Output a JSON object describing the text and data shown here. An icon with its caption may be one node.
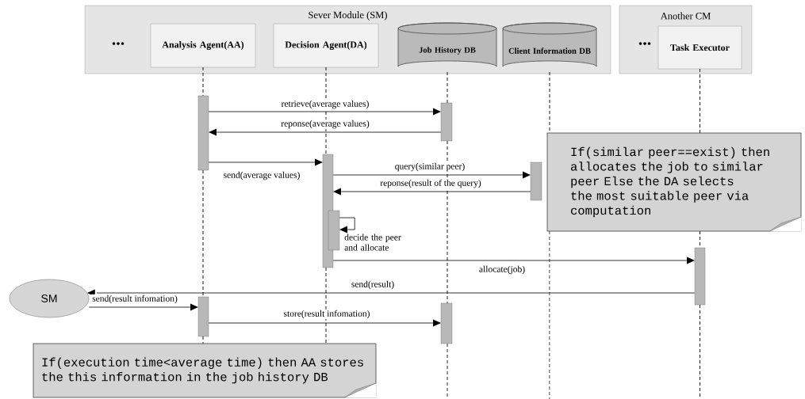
{
  "diagram": {
    "nodes": [
      {
        "text": [
          "Sever Module (SM)"
        ]
      },
      {
        "text": [
          "Analysis Agent(AA)"
        ],
        "in": 0
      },
      {
        "text": [
          "Decision Agent(DA)"
        ],
        "in": 0
      },
      {
        "text": [
          "Job History DB"
        ],
        "in": 0
      },
      {
        "text": [
          "Client Information DB"
        ],
        "in": 0
      },
      {
        "text": [
          "Another CM"
        ]
      },
      {
        "text": [
          "Task Executor"
        ],
        "in": 5
      },
      {
        "text": [],
        "shape": "bar"
      },
      {
        "text": [],
        "shape": "bar"
      },
      {
        "text": [],
        "shape": "bar"
      },
      {
        "text": [],
        "shape": "bar"
      },
      {
        "text": [],
        "shape": "bar"
      },
      {
        "text": [],
        "shape": "bar"
      },
      {
        "text": [
          "SM"
        ]
      },
      {
        "text": [],
        "shape": "bar"
      },
      {
        "text": [],
        "shape": "bar"
      },
      {
        "text": [
          "If(similar peer==exist) then allocates the job to similar peer Else the DA selects the most suitable peer via computation"
        ]
      },
      {
        "text": [
          "If(execution time<average time) then AA stores the this information in the job history DB"
        ]
      }
    ],
    "edges": [
      {
        "from": 7,
        "to": 8,
        "arrow": "to",
        "label": "retrieve(average values)"
      },
      {
        "from": 8,
        "to": 7,
        "arrow": "to",
        "label": "reponse(average values)"
      },
      {
        "from": 7,
        "to": 9,
        "arrow": "to",
        "label": "send(average values)"
      },
      {
        "from": 9,
        "to": 10,
        "arrow": "to",
        "label": "query(similar peer)"
      },
      {
        "from": 10,
        "to": 9,
        "arrow": "to",
        "label": "reponse(result of the query)"
      },
      {
        "from": 11,
        "to": 11,
        "arrow": "to",
        "label": "decide the peer and allocate"
      },
      {
        "from": 9,
        "to": 12,
        "arrow": "to",
        "label": "allocate(job)"
      },
      {
        "from": 12,
        "to": 13,
        "arrow": "to",
        "label": "send(result)"
      },
      {
        "from": 13,
        "to": 14,
        "arrow": "to",
        "label": "send(result infomation)"
      },
      {
        "from": 14,
        "to": 15,
        "arrow": "to",
        "label": "store(result infomation)"
      },
      {
        "from": 1,
        "to": 7,
        "arrow": "none",
        "style": "dashed"
      },
      {
        "from": 7,
        "to": 14,
        "arrow": "none",
        "style": "dashed"
      },
      {
        "from": 14,
        "to": 17,
        "arrow": "none",
        "style": "dashed"
      },
      {
        "from": 2,
        "to": 9,
        "arrow": "none",
        "style": "dashed"
      },
      {
        "from": 9,
        "to": 17,
        "arrow": "none",
        "style": "dashed"
      },
      {
        "from": 3,
        "to": 8,
        "arrow": "none",
        "style": "dashed"
      },
      {
        "from": 8,
        "to": 15,
        "arrow": "none",
        "style": "dashed"
      },
      {
        "from": 15,
        "to": null,
        "arrow": "none",
        "style": "dashed"
      },
      {
        "from": 4,
        "to": 16,
        "arrow": "none",
        "style": "dashed"
      },
      {
        "from": 16,
        "to": null,
        "arrow": "none",
        "style": "dashed"
      },
      {
        "from": 6,
        "to": 16,
        "arrow": "none",
        "style": "dashed"
      },
      {
        "from": 16,
        "to": 12,
        "arrow": "none",
        "style": "dashed"
      },
      {
        "from": 12,
        "to": null,
        "arrow": "none",
        "style": "dashed"
      }
    ],
    "labels": [
      "...",
      "..."
    ]
  }
}
